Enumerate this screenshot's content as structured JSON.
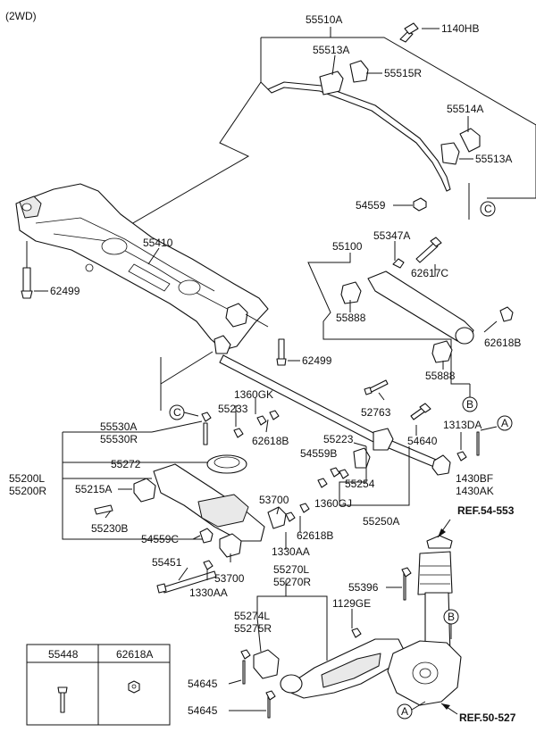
{
  "header": {
    "variant": "(2WD)"
  },
  "part_labels": {
    "p55510A": "55510A",
    "p1140HB": "1140HB",
    "p55513A_top": "55513A",
    "p55515R": "55515R",
    "p55514A": "55514A",
    "p55513A_right": "55513A",
    "p54559_top": "54559",
    "p55410": "55410",
    "p62499_left": "62499",
    "p55100": "55100",
    "p55347A": "55347A",
    "p62617C": "62617C",
    "p55888_a": "55888",
    "p62618B_right": "62618B",
    "p55888_b": "55888",
    "p62499_mid": "62499",
    "p52763": "52763",
    "p1360GK": "1360GK",
    "p55233": "55233",
    "p62618B_mid": "62618B",
    "p1313DA": "1313DA",
    "p54640": "54640",
    "p55530A": "55530A",
    "p55530R": "55530R",
    "p55223": "55223",
    "p54559B": "54559B",
    "p1430BF": "1430BF",
    "p1430AK": "1430AK",
    "p55272": "55272",
    "p55200L": "55200L",
    "p55200R": "55200R",
    "p55215A": "55215A",
    "p55254": "55254",
    "p53700_a": "53700",
    "p1360GJ": "1360GJ",
    "p55230B": "55230B",
    "p55250A": "55250A",
    "p62618B_low": "62618B",
    "p54559C": "54559C",
    "p1330AA_a": "1330AA",
    "p55451": "55451",
    "p53700_b": "53700",
    "p1330AA_b": "1330AA",
    "p55270L": "55270L",
    "p55270R": "55270R",
    "p55396": "55396",
    "p1129GE": "1129GE",
    "p55274L": "55274L",
    "p55275R": "55275R",
    "p54645_a": "54645",
    "p54645_b": "54645"
  },
  "references": {
    "ref_top": "REF.54-553",
    "ref_bottom": "REF.50-527"
  },
  "callouts": {
    "c_top": "C",
    "c_mid": "C",
    "b_top": "B",
    "b_low": "B",
    "a_top": "A",
    "a_low": "A"
  },
  "legend_table": {
    "headers": [
      "55448",
      "62618A"
    ],
    "icons": [
      "bolt-icon",
      "nut-icon"
    ]
  }
}
